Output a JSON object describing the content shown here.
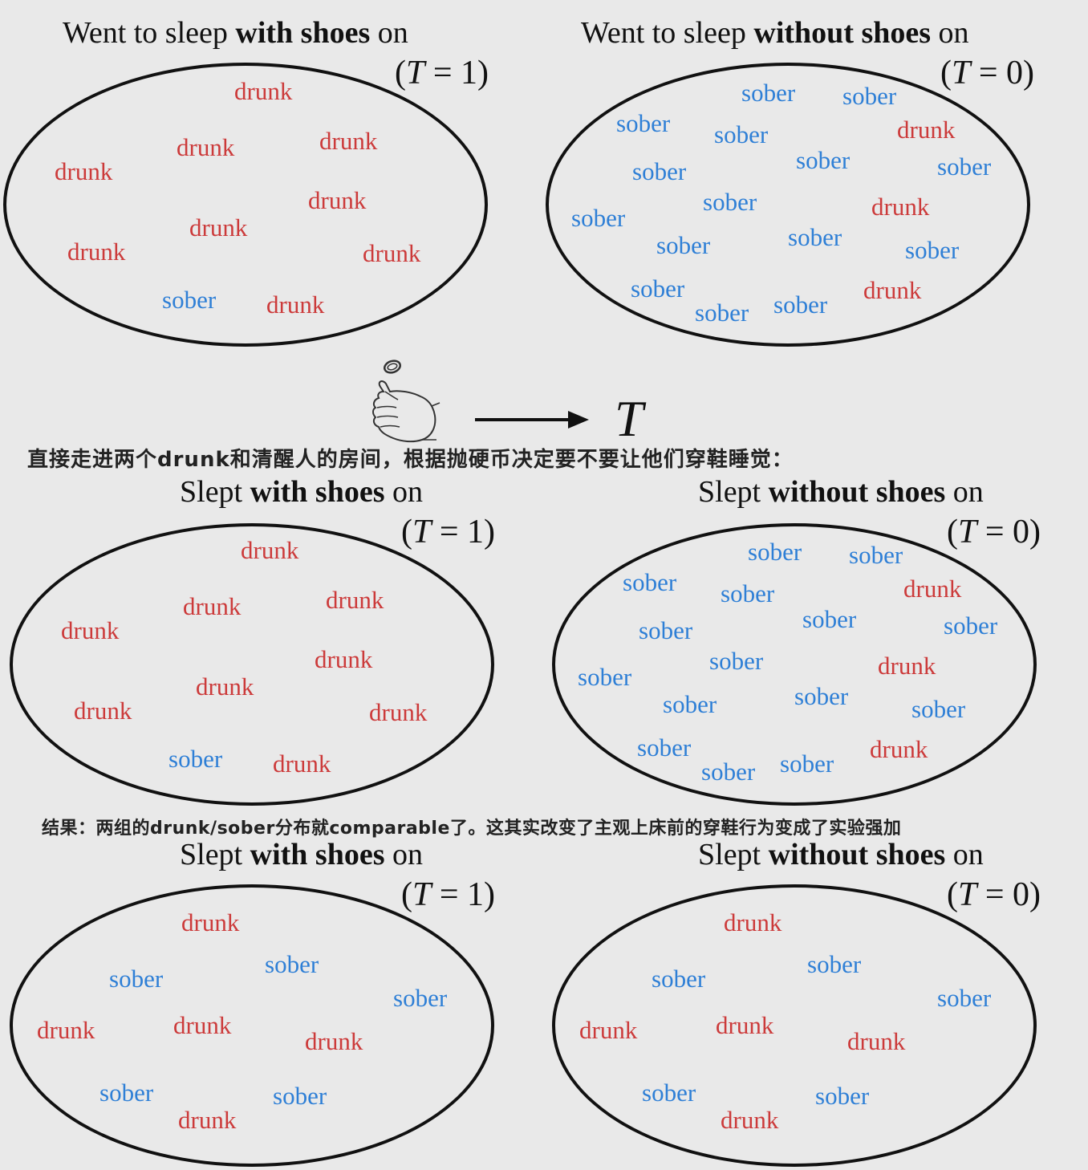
{
  "diagram": {
    "panels": [
      {
        "title_pre": "Went to sleep ",
        "title_bold": "with shoes",
        "title_post": " on",
        "t_value": "1",
        "words": [
          "drunk",
          "drunk",
          "drunk",
          "drunk",
          "drunk",
          "drunk",
          "drunk",
          "drunk",
          "sober",
          "drunk"
        ]
      },
      {
        "title_pre": "Went to sleep ",
        "title_bold": "without shoes",
        "title_post": " on",
        "t_value": "0",
        "words": [
          "sober",
          "sober",
          "sober",
          "sober",
          "drunk",
          "sober",
          "sober",
          "sober",
          "sober",
          "drunk",
          "sober",
          "sober",
          "sober",
          "sober",
          "sober",
          "drunk",
          "sober",
          "sober"
        ]
      },
      {
        "title_pre": "Slept ",
        "title_bold": "with shoes",
        "title_post": " on",
        "t_value": "1",
        "words": [
          "drunk",
          "drunk",
          "drunk",
          "drunk",
          "drunk",
          "drunk",
          "drunk",
          "drunk",
          "sober",
          "drunk"
        ]
      },
      {
        "title_pre": "Slept ",
        "title_bold": "without shoes",
        "title_post": " on",
        "t_value": "0",
        "words": [
          "sober",
          "sober",
          "sober",
          "sober",
          "drunk",
          "sober",
          "sober",
          "sober",
          "sober",
          "drunk",
          "sober",
          "sober",
          "sober",
          "sober",
          "sober",
          "drunk",
          "sober",
          "sober"
        ]
      },
      {
        "title_pre": "Slept ",
        "title_bold": "with shoes",
        "title_post": " on",
        "t_value": "1",
        "words": [
          "drunk",
          "sober",
          "sober",
          "sober",
          "drunk",
          "drunk",
          "drunk",
          "sober",
          "sober",
          "drunk"
        ]
      },
      {
        "title_pre": "Slept ",
        "title_bold": "without shoes",
        "title_post": " on",
        "t_value": "0",
        "words": [
          "drunk",
          "sober",
          "sober",
          "sober",
          "drunk",
          "drunk",
          "drunk",
          "sober",
          "sober",
          "drunk"
        ]
      }
    ],
    "treatment_symbol": "T",
    "note_top": "直接走进两个drunk和清醒人的房间，根据抛硬币决定要不要让他们穿鞋睡觉：",
    "note_bottom": "结果：两组的drunk/sober分布就comparable了。这其实改变了主观上床前的穿鞋行为变成了实验强加",
    "colors": {
      "drunk": "#cc3a3a",
      "sober": "#2e7fd6"
    },
    "icons": {
      "hand": "coin-flip-hand-icon",
      "arrow": "right-arrow-icon"
    }
  }
}
